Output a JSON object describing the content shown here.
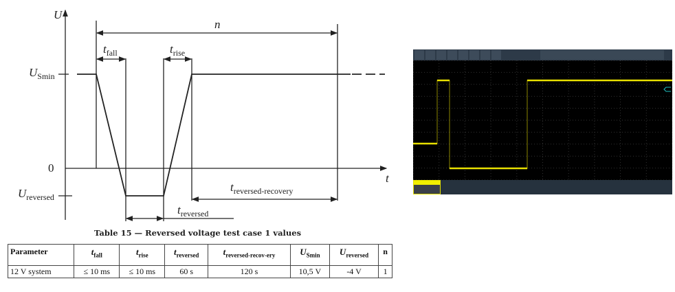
{
  "diagram": {
    "axis_y": "U",
    "axis_x": "t",
    "zero": "0",
    "u_smin": {
      "main": "U",
      "sub": "Smin"
    },
    "u_reversed": {
      "main": "U",
      "sub": "reversed"
    },
    "n": "n",
    "t_fall": {
      "main": "t",
      "sub": "fall"
    },
    "t_rise": {
      "main": "t",
      "sub": "rise"
    },
    "t_reversed": {
      "main": "t",
      "sub": "reversed"
    },
    "t_recovery": {
      "main": "t",
      "sub": "reversed-recovery"
    }
  },
  "table": {
    "caption": "Table 15 — Reversed voltage test case 1 values",
    "headers": [
      {
        "main": "Parameter",
        "sub": ""
      },
      {
        "main": "t",
        "sub": "fall"
      },
      {
        "main": "t",
        "sub": "rise"
      },
      {
        "main": "t",
        "sub": "reversed"
      },
      {
        "main": "t",
        "sub": "reversed-recov-ery"
      },
      {
        "main": "U",
        "sub": "Smin"
      },
      {
        "main": "U",
        "sub": "reversed"
      },
      {
        "main": "n",
        "sub": ""
      }
    ],
    "rows": [
      [
        "12 V system",
        "≤ 10 ms",
        "≤ 10 ms",
        "60 s",
        "120 s",
        "10,5 V",
        "-4 V",
        "1"
      ]
    ]
  },
  "scope": {
    "trace_color": "#e8e000",
    "background": "#000000"
  }
}
